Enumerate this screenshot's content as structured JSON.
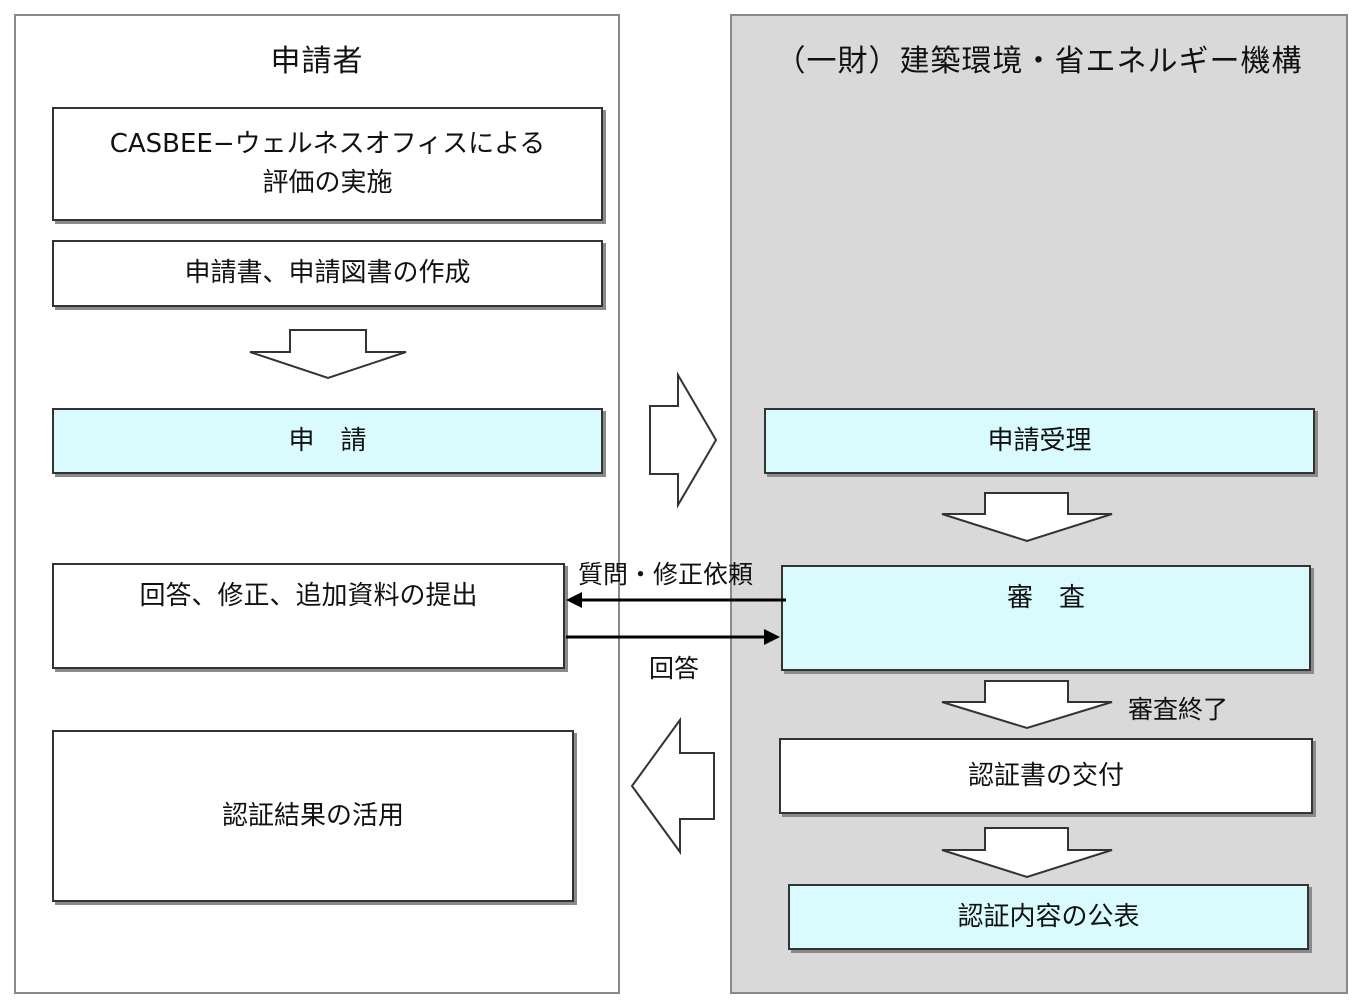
{
  "lanes": {
    "applicant": {
      "title": "申請者"
    },
    "organization": {
      "title": "（一財）建築環境・省エネルギー機構"
    }
  },
  "applicant_steps": {
    "evaluation": "CASBEE−ウェルネスオフィスによる\n評価の実施",
    "documents": "申請書、申請図書の作成",
    "application": "申　請",
    "response": "回答、修正、追加資料の提出",
    "utilization": "認証結果の活用"
  },
  "organization_steps": {
    "receipt": "申請受理",
    "review": "審　査",
    "certificate": "認証書の交付",
    "publication": "認証内容の公表"
  },
  "connectors": {
    "question": "質問・修正依頼",
    "answer": "回答",
    "review_end": "審査終了"
  },
  "colors": {
    "highlight_fill": "#d9fbfd",
    "org_lane_fill": "#d9d9d9",
    "border": "#333333"
  }
}
